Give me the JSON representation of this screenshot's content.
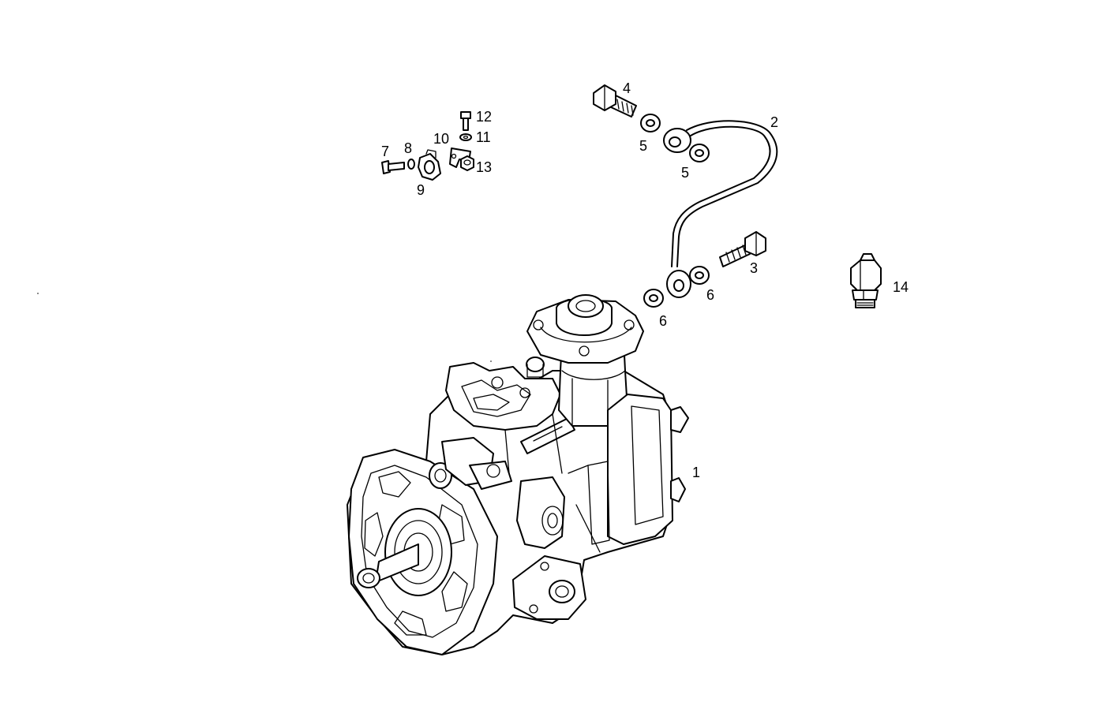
{
  "callouts": {
    "c1": "1",
    "c2": "2",
    "c3": "3",
    "c4": "4",
    "c5a": "5",
    "c5b": "5",
    "c6a": "6",
    "c6b": "6",
    "c7": "7",
    "c8": "8",
    "c9": "9",
    "c10": "10",
    "c11": "11",
    "c12": "12",
    "c13": "13",
    "c14": "14"
  }
}
